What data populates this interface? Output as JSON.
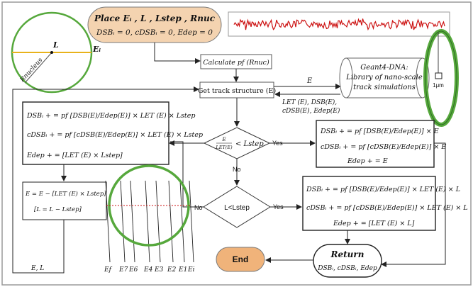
{
  "start": {
    "line1": "Place Eᵢ , L , Lstep , Rnuc",
    "line2": "DSBᵢ = 0,  cDSBᵢ = 0,  Edep = 0"
  },
  "nucleus": {
    "center_label": "L",
    "edge_label": "Eᵢ",
    "radius_label": "Rnucleus"
  },
  "calculate": "Calculate  pf (Rnuc)",
  "track": "Get track structure (E)",
  "e_label": "E",
  "geant4": {
    "line1": "Geant4-DNA:",
    "line2": "Library of nano-scale",
    "line3": "track simulations"
  },
  "scale_label": "1μm",
  "outputs": {
    "line1": "LET (E), DSB(E),",
    "line2": "cDSB(E), Edep(E)"
  },
  "decision1": {
    "num": "E",
    "den": "LET(E)",
    "rest": "< Lstep",
    "yes": "Yes",
    "no": "No"
  },
  "decision2": {
    "text": "L<Lstep",
    "yes": "Yes",
    "no": "No"
  },
  "leftbox": {
    "l1": "DSBᵢ + =  pf [DSB(E)/Edep(E)] × LET (E) × Lstep",
    "l2": "cDSBᵢ + =  pf [cDSB(E)/Edep(E)] × LET (E) × Lstep",
    "l3": "Edep + =   [LET (E) × Lstep]"
  },
  "update": {
    "l1": "E = E − [LET (E) × Lstep]",
    "l2": "[L = L − Lstep]"
  },
  "loop_label": "E,  L",
  "rightbox1": {
    "l1": "DSBᵢ + =  pf [DSB(E)/Edep(E)] × E",
    "l2": "cDSBᵢ + =  pf [cDSB(E)/Edep(E)] × E",
    "l3": "Edep + =  E"
  },
  "rightbox2": {
    "l1": "DSBᵢ + =  pf [DSB(E)/Edep(E)] × LET (E) × L",
    "l2": "cDSBᵢ + =  pf [cDSB(E)/Edep(E)] × LET (E) × L",
    "l3": "Edep + =   [LET (E) × L]"
  },
  "energy_labels": [
    "Ef",
    "E7",
    "E6",
    "E4",
    "E3",
    "E2",
    "E1",
    "Ei"
  ],
  "end": "End",
  "return": {
    "title": "Return",
    "values": "DSBᵢ, cDSBᵢ, Edep"
  },
  "colors": {
    "start_fill": "#f4d3b0",
    "end_fill": "#f0b37a",
    "green": "#56a83c",
    "track_red": "#cc1111",
    "yellow": "#e8b21c"
  }
}
